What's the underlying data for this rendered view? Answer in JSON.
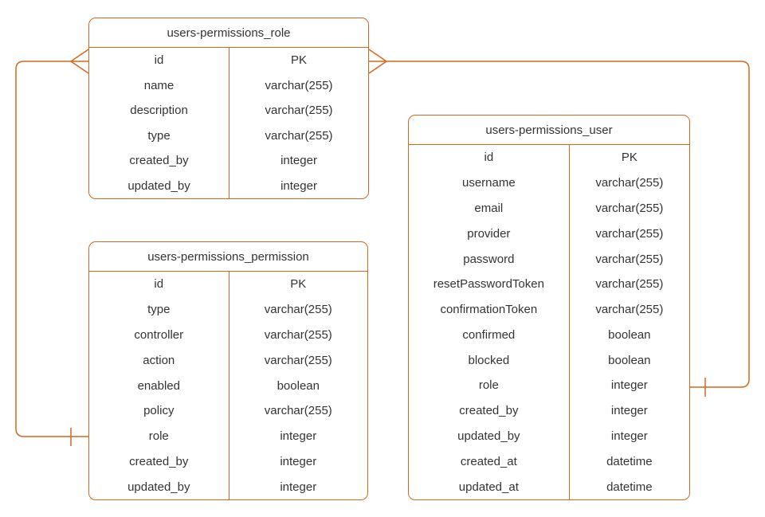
{
  "diagram": {
    "colors": {
      "stroke": "#D2691E",
      "text": "#333333",
      "background": "#FFFFFF"
    },
    "tables": [
      {
        "title": "users-permissions_role",
        "rows": [
          {
            "field": "id",
            "type": "PK"
          },
          {
            "field": "name",
            "type": "varchar(255)"
          },
          {
            "field": "description",
            "type": "varchar(255)"
          },
          {
            "field": "type",
            "type": "varchar(255)"
          },
          {
            "field": "created_by",
            "type": "integer"
          },
          {
            "field": "updated_by",
            "type": "integer"
          }
        ]
      },
      {
        "title": "users-permissions_permission",
        "rows": [
          {
            "field": "id",
            "type": "PK"
          },
          {
            "field": "type",
            "type": "varchar(255)"
          },
          {
            "field": "controller",
            "type": "varchar(255)"
          },
          {
            "field": "action",
            "type": "varchar(255)"
          },
          {
            "field": "enabled",
            "type": "boolean"
          },
          {
            "field": "policy",
            "type": "varchar(255)"
          },
          {
            "field": "role",
            "type": "integer"
          },
          {
            "field": "created_by",
            "type": "integer"
          },
          {
            "field": "updated_by",
            "type": "integer"
          }
        ]
      },
      {
        "title": "users-permissions_user",
        "rows": [
          {
            "field": "id",
            "type": "PK"
          },
          {
            "field": "username",
            "type": "varchar(255)"
          },
          {
            "field": "email",
            "type": "varchar(255)"
          },
          {
            "field": "provider",
            "type": "varchar(255)"
          },
          {
            "field": "password",
            "type": "varchar(255)"
          },
          {
            "field": "resetPasswordToken",
            "type": "varchar(255)"
          },
          {
            "field": "confirmationToken",
            "type": "varchar(255)"
          },
          {
            "field": "confirmed",
            "type": "boolean"
          },
          {
            "field": "blocked",
            "type": "boolean"
          },
          {
            "field": "role",
            "type": "integer"
          },
          {
            "field": "created_by",
            "type": "integer"
          },
          {
            "field": "updated_by",
            "type": "integer"
          },
          {
            "field": "created_at",
            "type": "datetime"
          },
          {
            "field": "updated_at",
            "type": "datetime"
          }
        ]
      }
    ],
    "relationships": [
      {
        "from": "users-permissions_role.id",
        "to": "users-permissions_permission.role",
        "from_marker": "crows-foot-many",
        "to_marker": "one-tick"
      },
      {
        "from": "users-permissions_role.id",
        "to": "users-permissions_user.role",
        "from_marker": "crows-foot-many",
        "to_marker": "one-tick"
      }
    ]
  }
}
